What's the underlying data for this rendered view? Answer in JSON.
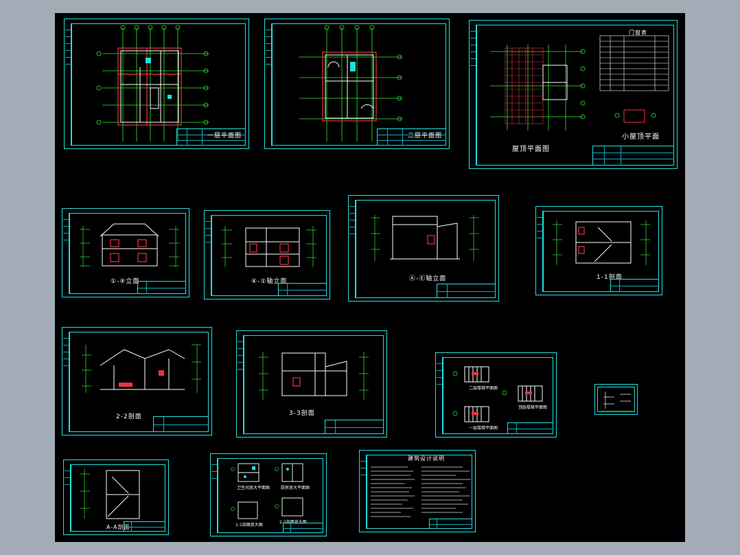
{
  "colors": {
    "background": "#000000",
    "frame": "#22e0e0",
    "axis": "#33ee33",
    "wall": "#ffffff",
    "accent": "#ff3333",
    "grid": "#ee3344",
    "viewport": "#a3abb6"
  },
  "sheets": [
    {
      "id": "plan-1f",
      "title": "一层平面图"
    },
    {
      "id": "plan-2f",
      "title": "二层平面图"
    },
    {
      "id": "roof-plan",
      "title": "屋顶平面图",
      "title2": "小屋顶平面",
      "table_title": "门窗表"
    },
    {
      "id": "elev-1",
      "title": "①-④立面"
    },
    {
      "id": "elev-2",
      "title": "④-①轴立面"
    },
    {
      "id": "elev-3",
      "title": "Ⓐ-Ⓔ轴立面"
    },
    {
      "id": "section-1",
      "title": "1-1剖面"
    },
    {
      "id": "section-2",
      "title": "2-2剖面"
    },
    {
      "id": "section-3",
      "title": "3-3剖面"
    },
    {
      "id": "stair-plans",
      "title": "一层楼梯平面图",
      "title2": "二层楼梯平面图",
      "title3": "顶层楼梯平面图"
    },
    {
      "id": "detail-small",
      "title": ""
    },
    {
      "id": "section-a",
      "title": "A-A剖面"
    },
    {
      "id": "toilet-details",
      "title": "卫生间放大平面图",
      "title2": "厨房放大平面图",
      "title3": "1-1剖面放大图",
      "title4": "2-2剖面放大图"
    },
    {
      "id": "design-notes",
      "title": "建筑设计说明"
    }
  ]
}
